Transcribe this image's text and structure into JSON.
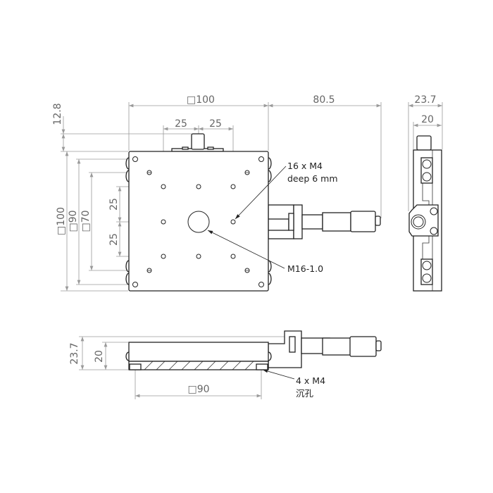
{
  "top_view": {
    "dim_width": "□100",
    "dim_micrometer_offset": "80.5",
    "dim_spacing_left": "25",
    "dim_spacing_right": "25",
    "dim_knob_height": "12.8",
    "dim_height": "□100",
    "dim_corner_holes": "□90",
    "dim_slot_holes": "□70",
    "dim_vspacing_top": "25",
    "dim_vspacing_bottom": "25",
    "note_holes_line1": "16 x M4",
    "note_holes_line2": "deep 6 mm",
    "note_center_hole": "M16-1.0"
  },
  "side_view": {
    "dim_total_width": "23.7",
    "dim_body_width": "20"
  },
  "front_view": {
    "dim_total_height": "23.7",
    "dim_body_height": "20",
    "dim_mount_spacing": "□90",
    "note_mount_line1": "4 x M4",
    "note_mount_line2": "沉孔"
  },
  "colors": {
    "outline": "#222222",
    "dimension": "#9a9a9a"
  }
}
